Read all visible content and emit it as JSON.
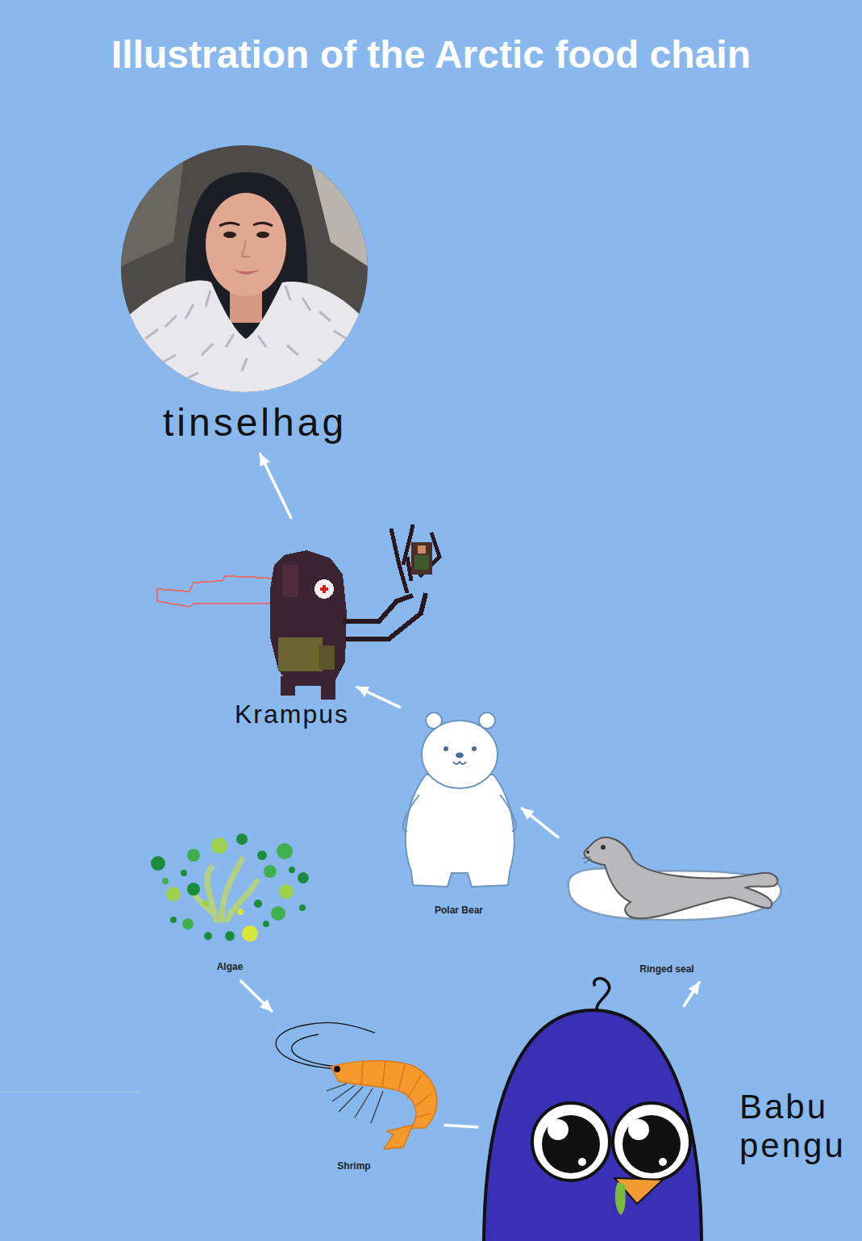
{
  "diagram": {
    "title": "Illustration of the Arctic food chain",
    "nodes": [
      {
        "text": [
          "tinselhag"
        ]
      },
      {
        "text": [
          "Krampus"
        ]
      },
      {
        "text": [
          "Polar Bear"
        ]
      },
      {
        "text": [
          "Algae"
        ]
      },
      {
        "text": [
          "Ringed seal"
        ]
      },
      {
        "text": [
          "Shrimp"
        ]
      },
      {
        "text": [
          "Babu pengu"
        ]
      }
    ],
    "edges": [
      {
        "from": 3,
        "to": 5,
        "arrow": "to"
      },
      {
        "from": 5,
        "to": 6,
        "arrow": "none"
      },
      {
        "from": 6,
        "to": 4,
        "arrow": "to"
      },
      {
        "from": 4,
        "to": 2,
        "arrow": "to"
      },
      {
        "from": 2,
        "to": 1,
        "arrow": "to"
      },
      {
        "from": 1,
        "to": 0,
        "arrow": "to"
      }
    ]
  }
}
